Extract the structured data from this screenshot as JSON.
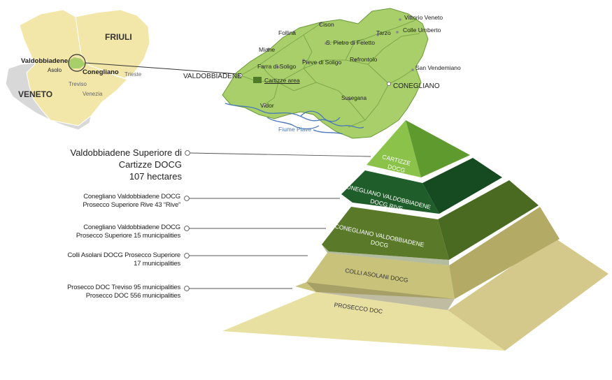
{
  "colors": {
    "veneto": "#d8d8d8",
    "region_yellow": "#f2e6a8",
    "map_green": "#a8cf6a",
    "river_blue": "#4a78b8",
    "tier_cartizze": "#7ab339",
    "tier_rive": "#1f5e2a",
    "tier_docg": "#5a7a2a",
    "tier_asolani": "#c9c27a",
    "tier_doc": "#e8e0a0"
  },
  "inset_map": {
    "regions": {
      "friuli": "FRIULI",
      "veneto": "VENETO"
    },
    "towns": {
      "valdobbiadene": "Valdobbiadene",
      "asolo": "Asolo",
      "conegliano": "Conegliano",
      "treviso": "Treviso",
      "venezia": "Venezia",
      "trieste": "Trieste"
    }
  },
  "zone_map": {
    "towns": {
      "cison": "Cison",
      "vittorio_veneto": "Vittorio Veneto",
      "follina": "Follina",
      "tarzo": "Tarzo",
      "colle_umberto": "Colle Umberto",
      "miane": "Miane",
      "s_pietro": "S. Pietro di Feletto",
      "farra": "Farra di Soligo",
      "pieve": "Pieve di Soligo",
      "refrontolo": "Refrontolo",
      "san_vendemiano": "San Vendemiano",
      "valdobbiadene": "VALDOBBIADENE",
      "cartizze_area": "Cartizze area",
      "conegliano": "CONEGLIANO",
      "vidor": "Vidor",
      "susegana": "Susegana",
      "river": "Fiume Piave"
    }
  },
  "pyramid": {
    "tiers": [
      {
        "line1": "CARTIZZE",
        "line2": "DOCG"
      },
      {
        "line1": "CONEGLIANO VALDOBBIADENE",
        "line2": "DOCG RIVE"
      },
      {
        "line1": "CONEGLIANO VALDOBBIADENE",
        "line2": "DOCG"
      },
      {
        "line1": "COLLI ASOLANI DOCG",
        "line2": ""
      },
      {
        "line1": "PROSECCO DOC",
        "line2": ""
      }
    ]
  },
  "labels": {
    "cartizze": {
      "l1": "Valdobbiadene Superiore di",
      "l2": "Cartizze DOCG",
      "l3": "107 hectares"
    },
    "rive": {
      "l1": "Conegliano Valdobbiadene DOCG",
      "l2": "Prosecco Superiore Rive 43 “Rive”"
    },
    "docg": {
      "l1": "Conegliano Valdobbiadene DOCG",
      "l2": "Prosecco Superiore 15 municipalities"
    },
    "asolani": {
      "l1": "Colli Asolani DOCG Prosecco Superiore",
      "l2": "17 municipalities"
    },
    "doc": {
      "l1": "Prosecco DOC Treviso 95 municipalities",
      "l2": "Prosecco DOC 556 municipalities"
    }
  }
}
